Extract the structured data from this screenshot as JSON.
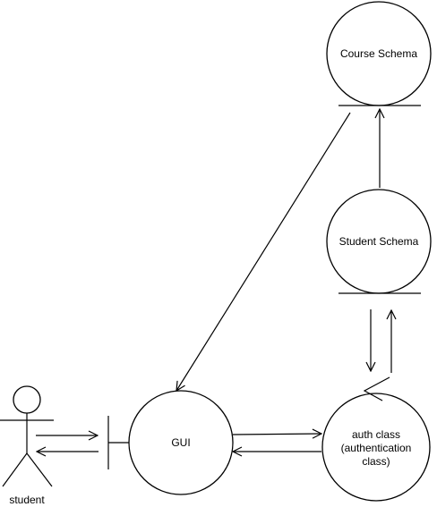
{
  "diagram": {
    "nodes": {
      "course_schema": {
        "label": "Course Schema",
        "kind": "entity"
      },
      "student_schema": {
        "label": "Student Schema",
        "kind": "entity"
      },
      "gui": {
        "label": "GUI",
        "kind": "boundary"
      },
      "auth_class": {
        "label_lines": [
          "auth class",
          "(authentication",
          "class)"
        ],
        "kind": "control"
      },
      "student": {
        "label": "student",
        "kind": "actor"
      }
    },
    "connections": [
      {
        "from": "course_schema",
        "to": "gui"
      },
      {
        "from": "student_schema",
        "to": "course_schema"
      },
      {
        "from": "student_schema",
        "to": "auth_class"
      },
      {
        "from": "auth_class",
        "to": "student_schema"
      },
      {
        "from": "student",
        "to": "gui"
      },
      {
        "from": "gui",
        "to": "student"
      },
      {
        "from": "gui",
        "to": "auth_class"
      },
      {
        "from": "auth_class",
        "to": "gui"
      }
    ]
  }
}
